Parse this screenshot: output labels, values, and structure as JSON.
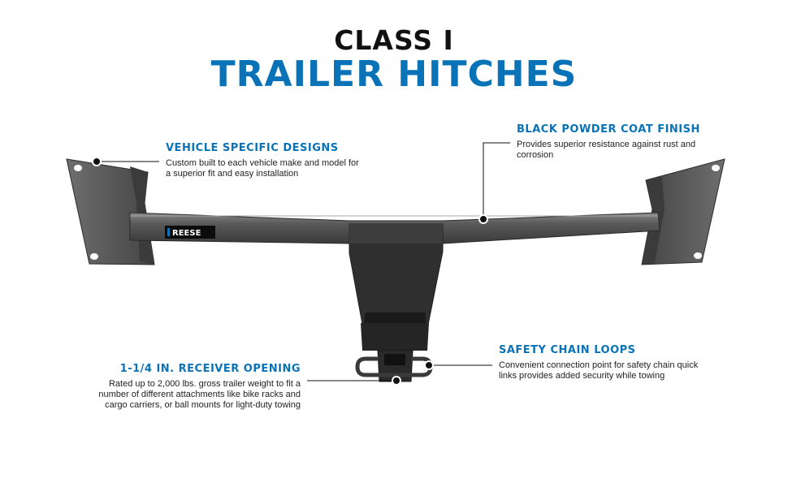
{
  "header": {
    "title_line1": "CLASS I",
    "title_line2": "TRAILER HITCHES"
  },
  "brand": {
    "logo_text": "REESE"
  },
  "callouts": {
    "vehicle": {
      "heading": "VEHICLE SPECIFIC DESIGNS",
      "body": "Custom built to each vehicle make and model for a superior fit and easy installation"
    },
    "finish": {
      "heading": "BLACK POWDER COAT FINISH",
      "body": "Provides superior resistance against rust and corrosion"
    },
    "receiver": {
      "heading": "1-1/4 IN. RECEIVER OPENING",
      "body": "Rated up to 2,000 lbs. gross trailer weight to fit a number of different attachments like bike racks and cargo carriers, or ball mounts for light-duty towing"
    },
    "safety": {
      "heading": "SAFETY CHAIN LOOPS",
      "body": "Convenient connection point for safety chain quick links provides added security while towing"
    }
  },
  "colors": {
    "accent": "#0a73b7",
    "text": "#111111",
    "metal": "#4a4a4a"
  }
}
